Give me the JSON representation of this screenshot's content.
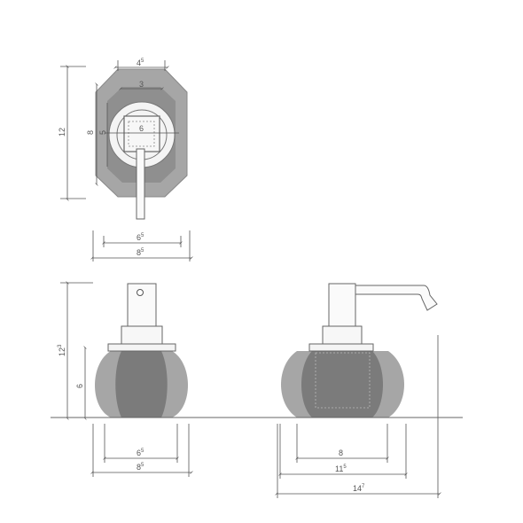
{
  "colors": {
    "light": "#a6a6a6",
    "mid": "#8f8f8f",
    "dark": "#7b7b7b",
    "metal": "#f4f4f4",
    "line": "#555555",
    "ground": "#666666"
  },
  "top_view": {
    "dims": {
      "top_outer": {
        "main": "4",
        "sup": "5"
      },
      "top_inner": {
        "main": "3",
        "sup": ""
      },
      "cap": {
        "main": "6",
        "sup": ""
      },
      "height": {
        "main": "12",
        "sup": ""
      },
      "side": {
        "main": "8",
        "sup": ""
      },
      "inner_small": {
        "main": "5",
        "sup": ""
      },
      "bottom_inner": {
        "main": "6",
        "sup": "5"
      },
      "bottom_outer": {
        "main": "8",
        "sup": "5"
      }
    }
  },
  "front_view": {
    "dims": {
      "total_height": {
        "main": "12",
        "sup": "3"
      },
      "body_height": {
        "main": "6",
        "sup": ""
      },
      "inner_width": {
        "main": "6",
        "sup": "5"
      },
      "outer_width": {
        "main": "8",
        "sup": "5"
      }
    }
  },
  "side_view": {
    "dims": {
      "inner_width": {
        "main": "8",
        "sup": ""
      },
      "outer_width": {
        "main": "11",
        "sup": "5"
      },
      "total_length": {
        "main": "14",
        "sup": "7"
      }
    }
  }
}
